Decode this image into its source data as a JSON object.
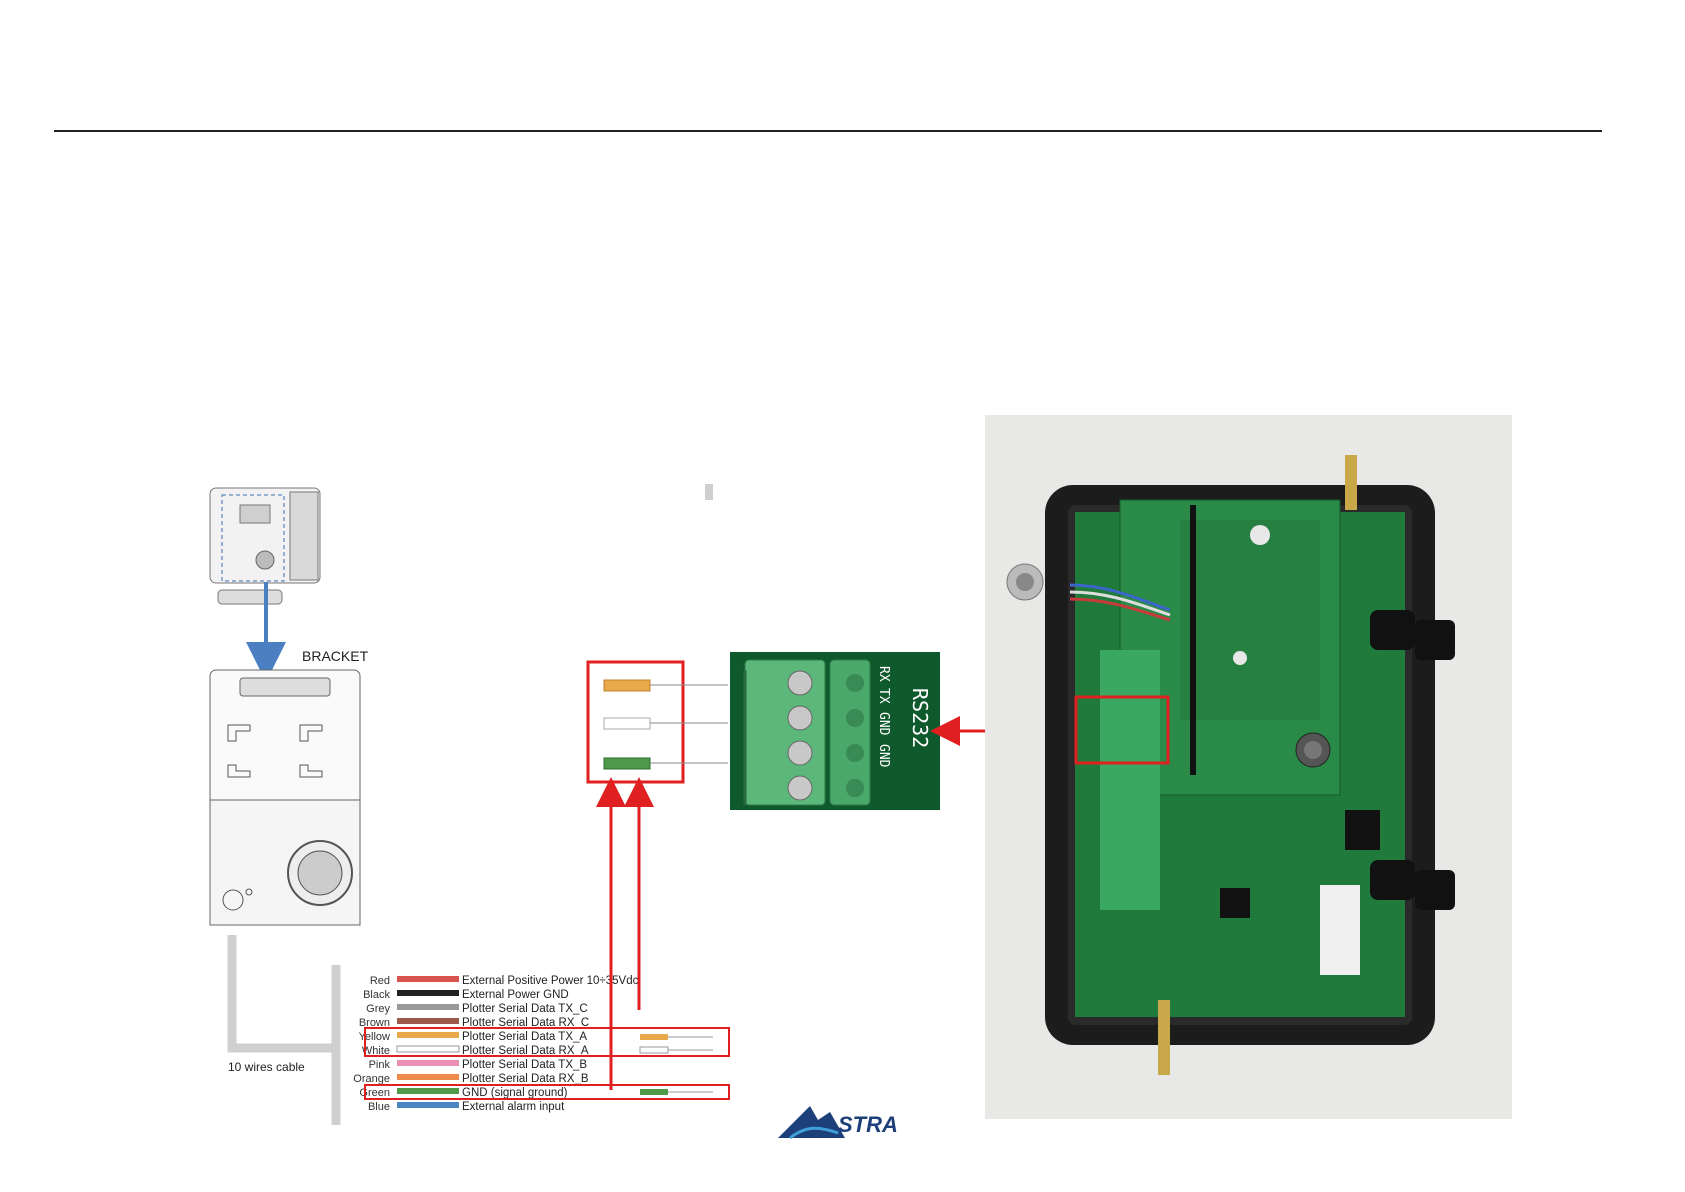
{
  "bracket_label": "BRACKET",
  "cable_label": "10 wires cable",
  "rs232_panel": {
    "title": "RS232",
    "pins": [
      "RX",
      "TX",
      "GND",
      "GND"
    ]
  },
  "wires": [
    {
      "color_name": "Red",
      "description": "External Positive Power 10÷35Vdc",
      "hex": "#d9534f"
    },
    {
      "color_name": "Black",
      "description": "External Power GND",
      "hex": "#222222"
    },
    {
      "color_name": "Grey",
      "description": "Plotter Serial Data TX_C",
      "hex": "#9a9a9a"
    },
    {
      "color_name": "Brown",
      "description": "Plotter Serial Data RX_C",
      "hex": "#9b5a4a"
    },
    {
      "color_name": "Yellow",
      "description": "Plotter Serial Data TX_A",
      "hex": "#e8a94a"
    },
    {
      "color_name": "White",
      "description": "Plotter Serial Data RX_A",
      "hex": "#ffffff"
    },
    {
      "color_name": "Pink",
      "description": "Plotter Serial Data TX_B",
      "hex": "#ec8fb5"
    },
    {
      "color_name": "Orange",
      "description": "Plotter Serial Data RX_B",
      "hex": "#ee8a4c"
    },
    {
      "color_name": "Green",
      "description": "GND (signal ground)",
      "hex": "#4e9a4a"
    },
    {
      "color_name": "Blue",
      "description": "External alarm input",
      "hex": "#4a86c2"
    }
  ],
  "colors": {
    "highlight": "#e02020",
    "arrow_blue": "#4a7fc1",
    "pcb_green": "#1f7a3c",
    "terminal_green": "#5cb87a",
    "enclosure": "#1c1c1c"
  },
  "logo": {
    "text": "STRA"
  }
}
